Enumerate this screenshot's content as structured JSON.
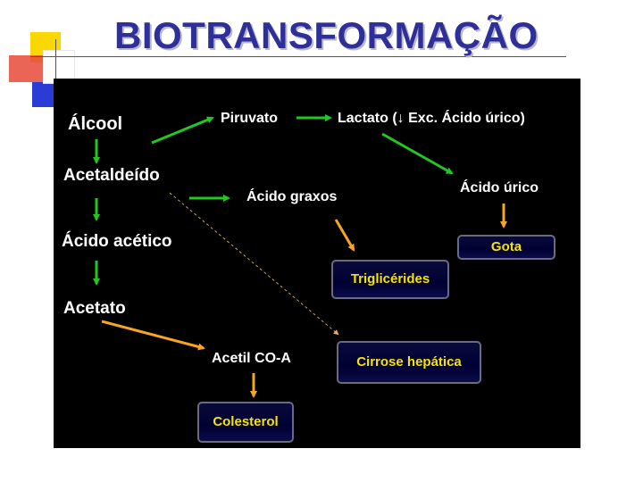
{
  "title": "BIOTRANSFORMAÇÃO",
  "colors": {
    "title": "#2f2f9a",
    "panel": "#000000",
    "green_arrow": "#22c722",
    "orange_arrow": "#f5a623",
    "box_text": "#f5e400",
    "deco_yellow": "#f8d800",
    "deco_red": "#e84a3a",
    "deco_blue": "#2a3bd6"
  },
  "nodes": {
    "alcool": "Álcool",
    "acetaldeido": "Acetaldeído",
    "acido_acetico": "Ácido acético",
    "acetato": "Acetato",
    "piruvato": "Piruvato",
    "lactato": "Lactato (",
    "lactato_arrow_symbol": "↓",
    "lactato_rest": " Exc. Ácido úrico)",
    "acido_graxos": "Ácido graxos",
    "acido_urico": "Ácido úrico",
    "acetil_coa": "Acetil CO-A"
  },
  "boxes": {
    "gota": "Gota",
    "trigliceridos": "Triglicérides",
    "cirrose": "Cirrose hepática",
    "colesterol": "Colesterol"
  }
}
